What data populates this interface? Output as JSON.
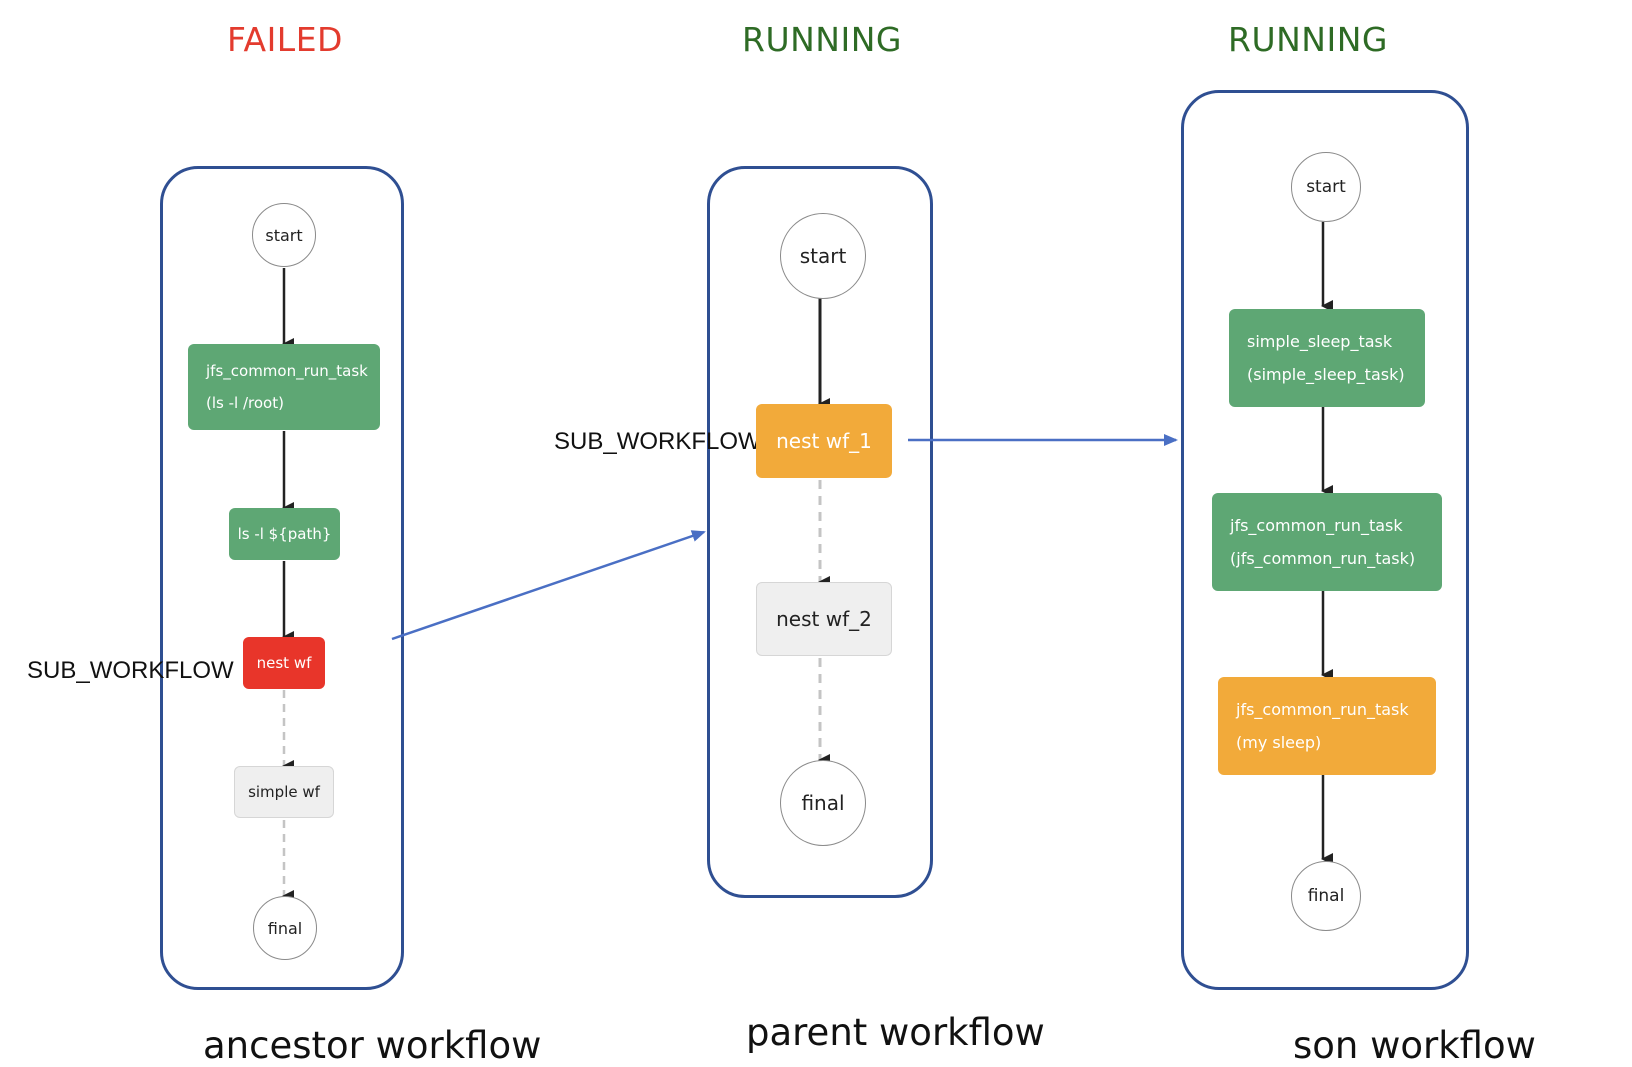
{
  "ancestor": {
    "status": "FAILED",
    "status_color": "#e33b2e",
    "caption": "ancestor workflow",
    "side_label": "SUB_WORKFLOW",
    "nodes": {
      "start": "start",
      "task1_line1": "jfs_common_run_task",
      "task1_line2": "(ls -l /root)",
      "task2": "ls -l ${path}",
      "nest": "nest wf",
      "simple": "simple wf",
      "final": "final"
    }
  },
  "parent": {
    "status": "RUNNING",
    "status_color": "#2e6b25",
    "caption": "parent workflow",
    "side_label": "SUB_WORKFLOW",
    "nodes": {
      "start": "start",
      "nest1": "nest wf_1",
      "nest2": "nest wf_2",
      "final": "final"
    }
  },
  "son": {
    "status": "RUNNING",
    "status_color": "#2e6b25",
    "caption": "son workflow",
    "nodes": {
      "start": "start",
      "task1_line1": "simple_sleep_task",
      "task1_line2": "(simple_sleep_task)",
      "task2_line1": "jfs_common_run_task",
      "task2_line2": "(jfs_common_run_task)",
      "task3_line1": "jfs_common_run_task",
      "task3_line2": "(my sleep)",
      "final": "final"
    }
  },
  "colors": {
    "panel_border": "#2f4f92",
    "connector": "#4a6fc4",
    "success": "#5ea774",
    "running": "#f2aa3a",
    "failed": "#e8352a",
    "pending": "#efefef"
  }
}
